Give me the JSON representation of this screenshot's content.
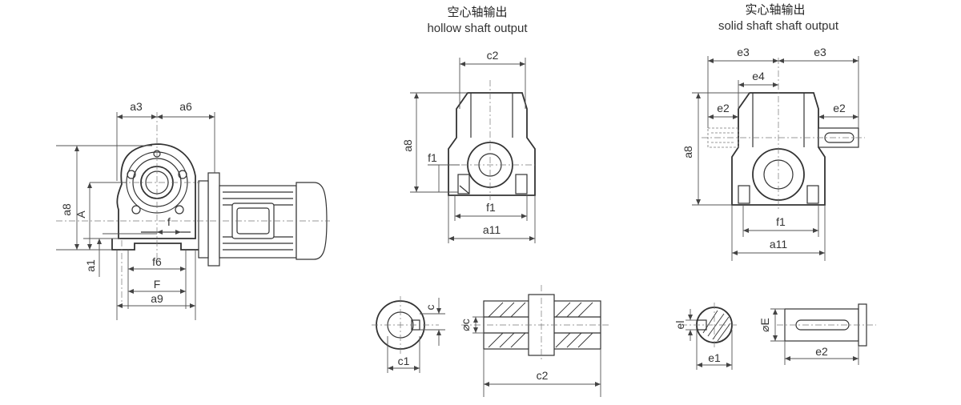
{
  "hollow_output": {
    "title_cn": "空心轴输出",
    "title_en": "hollow shaft output"
  },
  "solid_output": {
    "title_cn": "实心轴输出",
    "title_en": "solid shaft shaft output"
  },
  "side_view_labels": {
    "a3": "a3",
    "a6": "a6",
    "a8": "a8",
    "A": "A",
    "f": "f",
    "a1": "a1",
    "f6": "f6",
    "F": "F",
    "a9": "a9"
  },
  "hollow_view_labels": {
    "c2": "c2",
    "a8": "a8",
    "f1_side": "f1",
    "f1": "f1",
    "a11": "a11"
  },
  "solid_view_labels": {
    "e3_left": "e3",
    "e3_right": "e3",
    "e4": "e4",
    "e2_left": "e2",
    "e2_right": "e2",
    "a8": "a8",
    "f1": "f1",
    "a11": "a11"
  },
  "hollow_detail_labels": {
    "c": "c",
    "c1": "c1",
    "dia_c": "⌀c",
    "c2": "c2"
  },
  "solid_detail_labels": {
    "el": "el",
    "e1": "e1",
    "dia_E": "⌀E",
    "e2": "e2"
  }
}
